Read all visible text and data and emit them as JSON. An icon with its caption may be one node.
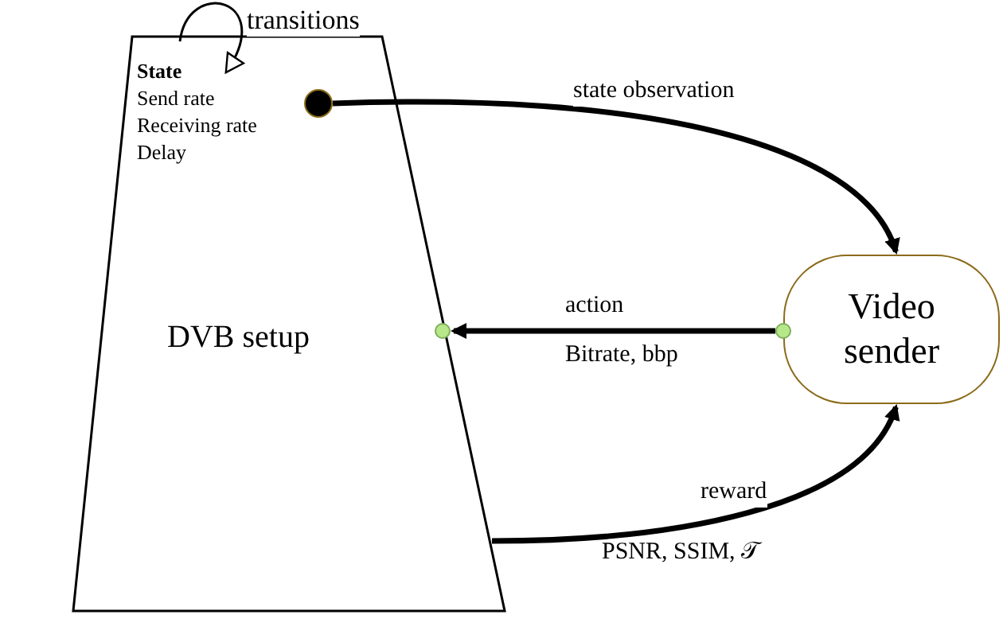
{
  "diagram": {
    "nodes": [
      {
        "text": [
          "DVB setup"
        ]
      },
      {
        "text": [
          "State",
          "Send rate",
          "Receiving rate",
          "Delay"
        ],
        "in": 0
      },
      {
        "text": [],
        "shape": "circle",
        "in": 0
      },
      {
        "text": [],
        "shape": "circle",
        "in": 0
      },
      {
        "text": [
          "Video sender"
        ]
      },
      {
        "text": [],
        "shape": "circle"
      }
    ],
    "edges": [
      {
        "from": null,
        "to": 1,
        "arrow": "to",
        "label": "transitions"
      },
      {
        "from": 2,
        "to": 4,
        "arrow": "to",
        "label": "state observation"
      },
      {
        "from": 5,
        "to": 3,
        "arrow": "to",
        "label": "action"
      },
      {
        "from": 0,
        "to": 4,
        "arrow": "to",
        "label": "reward"
      }
    ],
    "labels": [
      "Bitrate, bbp",
      "PSNR, SSIM, 𝒯"
    ]
  }
}
